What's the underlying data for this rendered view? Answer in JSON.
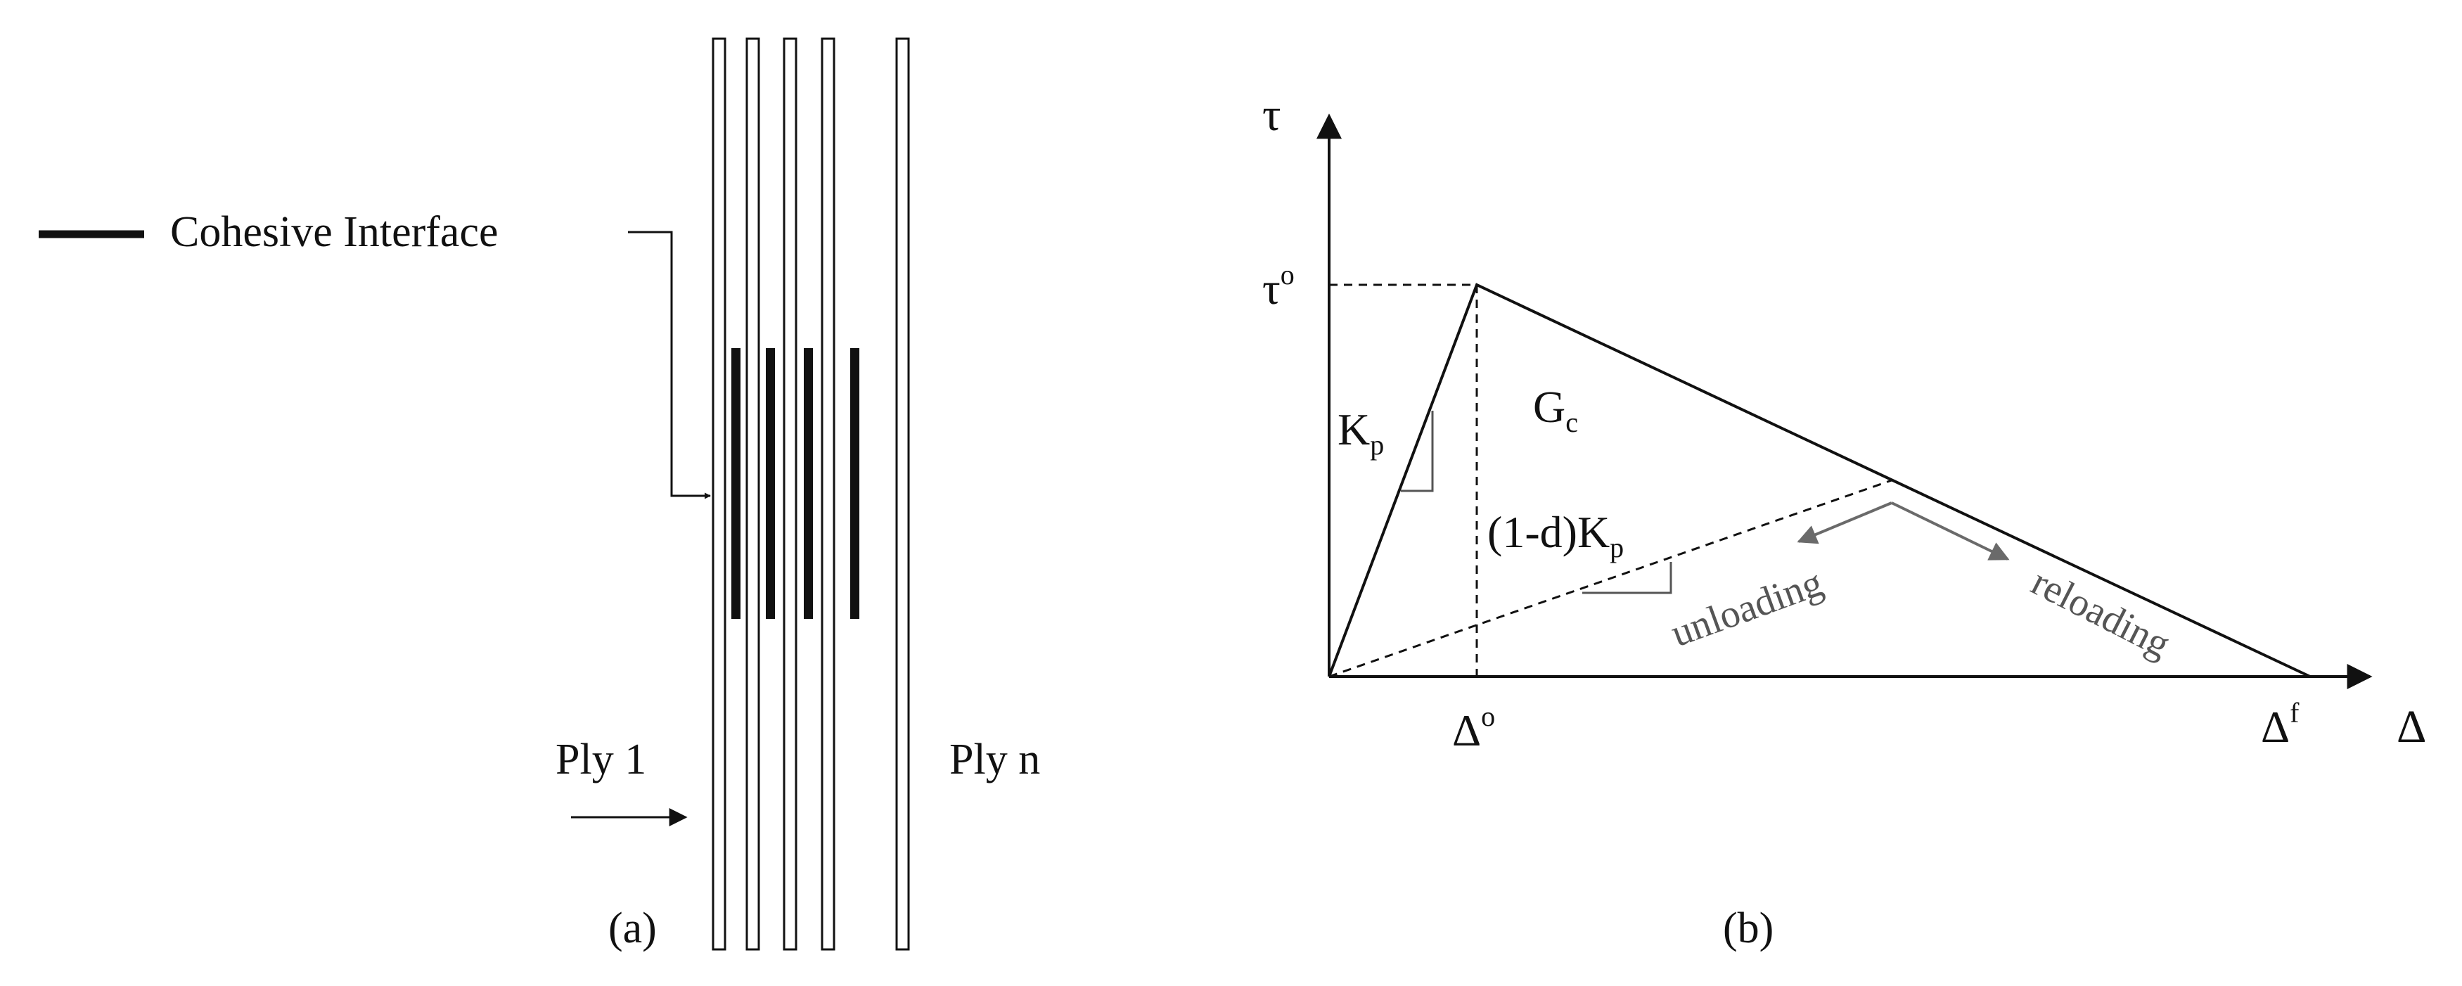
{
  "panel_a": {
    "legend_label": "Cohesive Interface",
    "ply_first_label": "Ply 1",
    "ply_last_label": "Ply n",
    "caption": "(a)",
    "ply_count_drawn": 5,
    "interface_count_drawn": 4
  },
  "panel_b": {
    "caption": "(b)",
    "y_axis_label": "τ",
    "x_axis_label": "Δ",
    "peak_traction_label": {
      "base": "τ",
      "sup": "o"
    },
    "onset_label": {
      "base": "Δ",
      "sup": "o"
    },
    "failure_label": {
      "base": "Δ",
      "sup": "f"
    },
    "penalty_stiffness_label": {
      "base": "K",
      "sub": "p"
    },
    "fracture_energy_label": {
      "base": "G",
      "sub": "c"
    },
    "damaged_stiffness_label": {
      "base": "(1-d)K",
      "sub": "p"
    },
    "unloading_label": "unloading",
    "reloading_label": "reloading",
    "colors": {
      "line": "#111111",
      "annotation": "#666666"
    }
  }
}
